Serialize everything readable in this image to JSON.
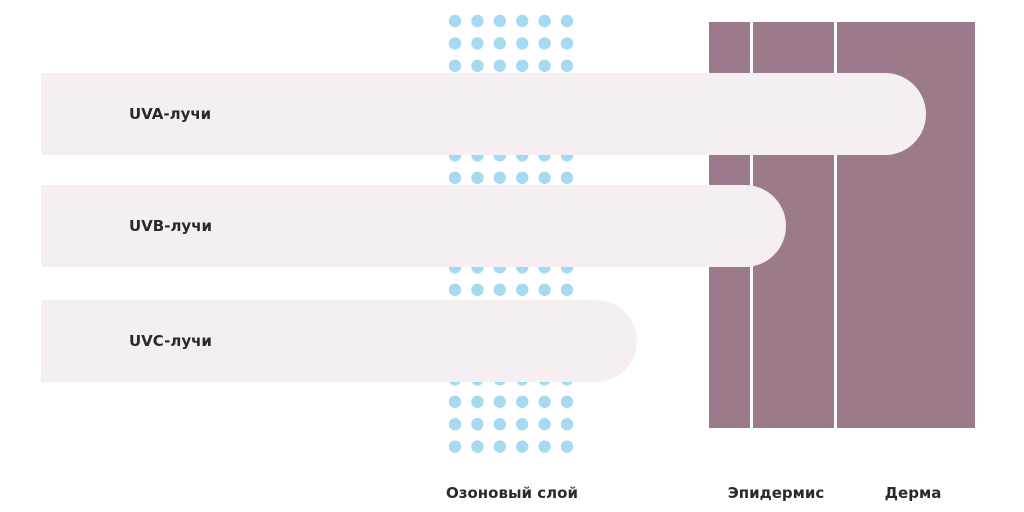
{
  "colors": {
    "skin": "#9a7a8b",
    "ray_band": "#f5eff1",
    "ozone_dot": "#a6daf0",
    "text": "#2a2a2a"
  },
  "rays": [
    {
      "label": "UVA-лучи",
      "reaches": "Дерма"
    },
    {
      "label": "UVB-лучи",
      "reaches": "Эпидермис"
    },
    {
      "label": "UVC-лучи",
      "reaches": "Озоновый слой"
    }
  ],
  "layers": {
    "ozone": "Озоновый слой",
    "epidermis": "Эпидермис",
    "dermis": "Дерма"
  }
}
